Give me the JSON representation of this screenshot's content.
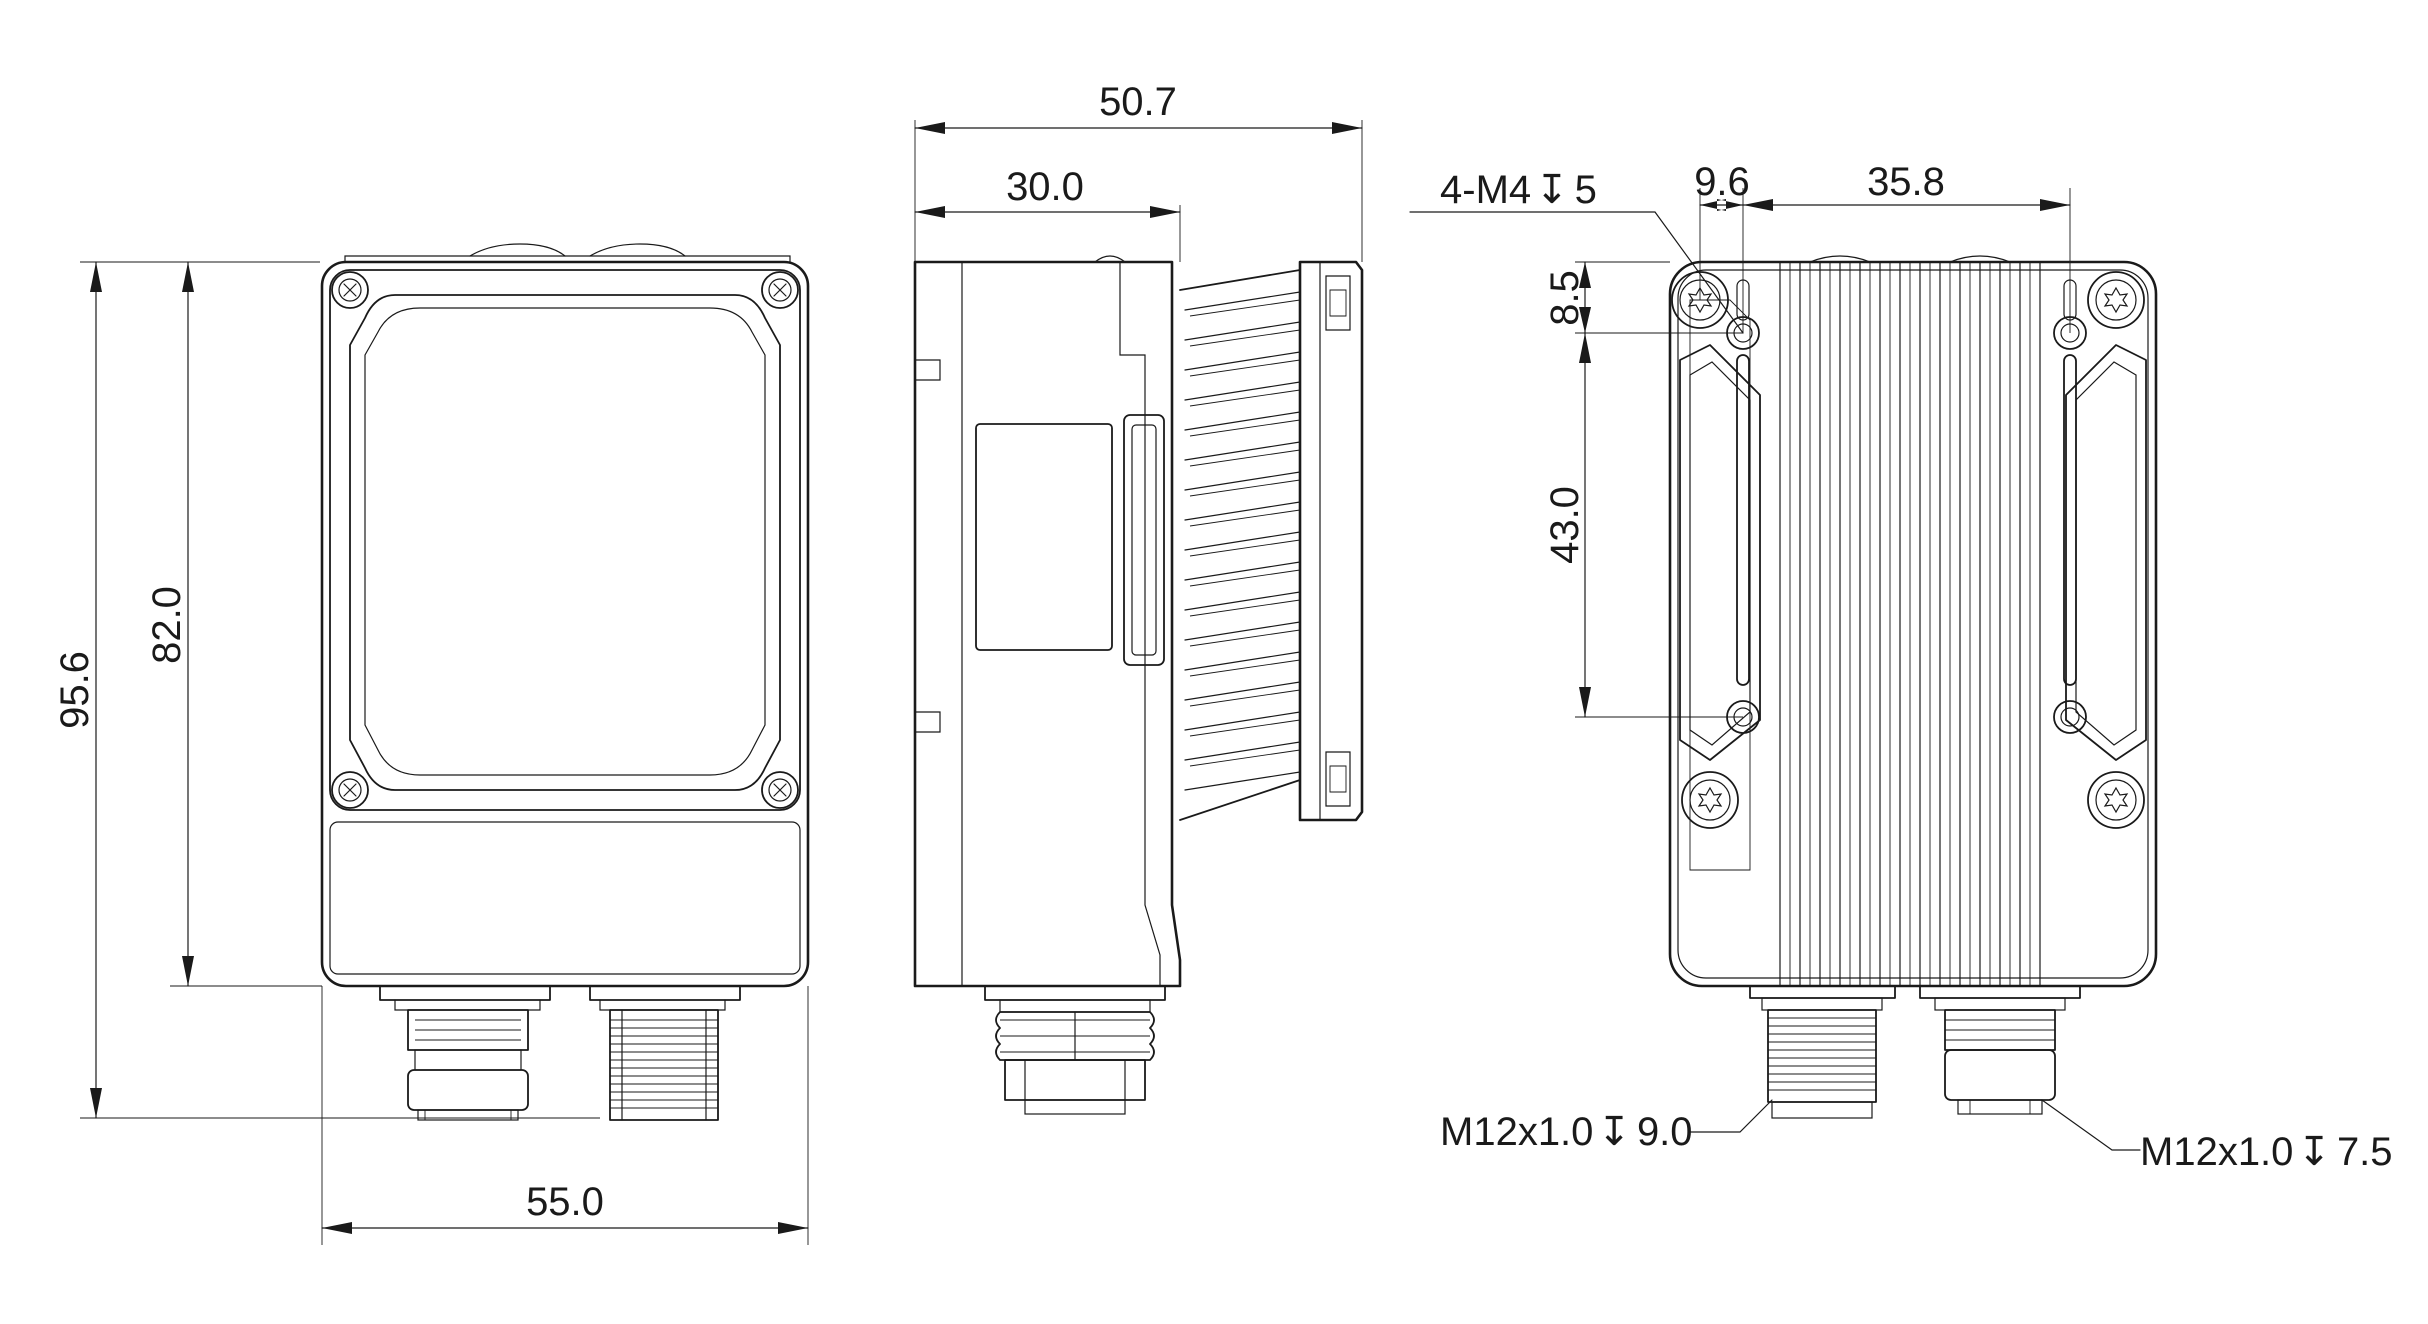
{
  "front_view": {
    "height_overall": "95.6",
    "height_body": "82.0",
    "width": "55.0"
  },
  "side_view": {
    "depth_overall": "50.7",
    "depth_body": "30.0"
  },
  "back_view": {
    "thread_callout": "4-M4",
    "thread_depth": "5",
    "hole_offset_x": "9.6",
    "hole_spacing_x": "35.8",
    "hole_offset_y": "8.5",
    "hole_spacing_y": "43.0",
    "connector_left_callout": "M12x1.0",
    "connector_left_depth": "9.0",
    "connector_right_callout": "M12x1.0",
    "connector_right_depth": "7.5"
  }
}
